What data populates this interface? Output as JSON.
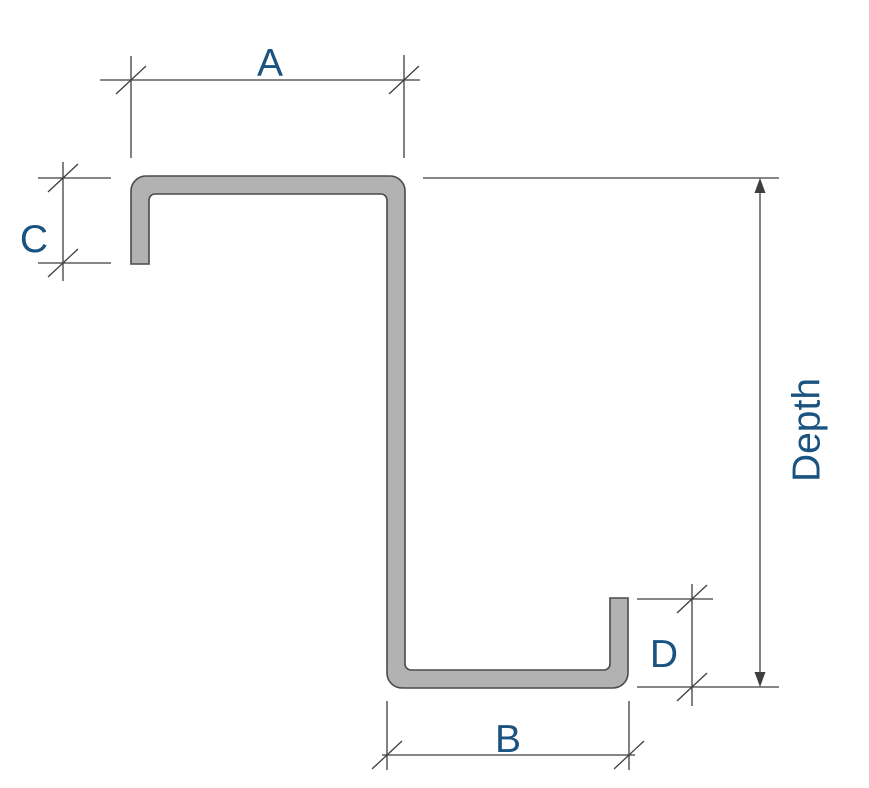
{
  "diagram": {
    "labels": {
      "a": "A",
      "b": "B",
      "c": "C",
      "d": "D",
      "depth": "Depth"
    }
  },
  "colors": {
    "label": "#1a5280",
    "profileFill": "#b2b2b2",
    "profileOutline": "#4a4a4a",
    "line": "#3f3f3f",
    "background": "#ffffff"
  }
}
